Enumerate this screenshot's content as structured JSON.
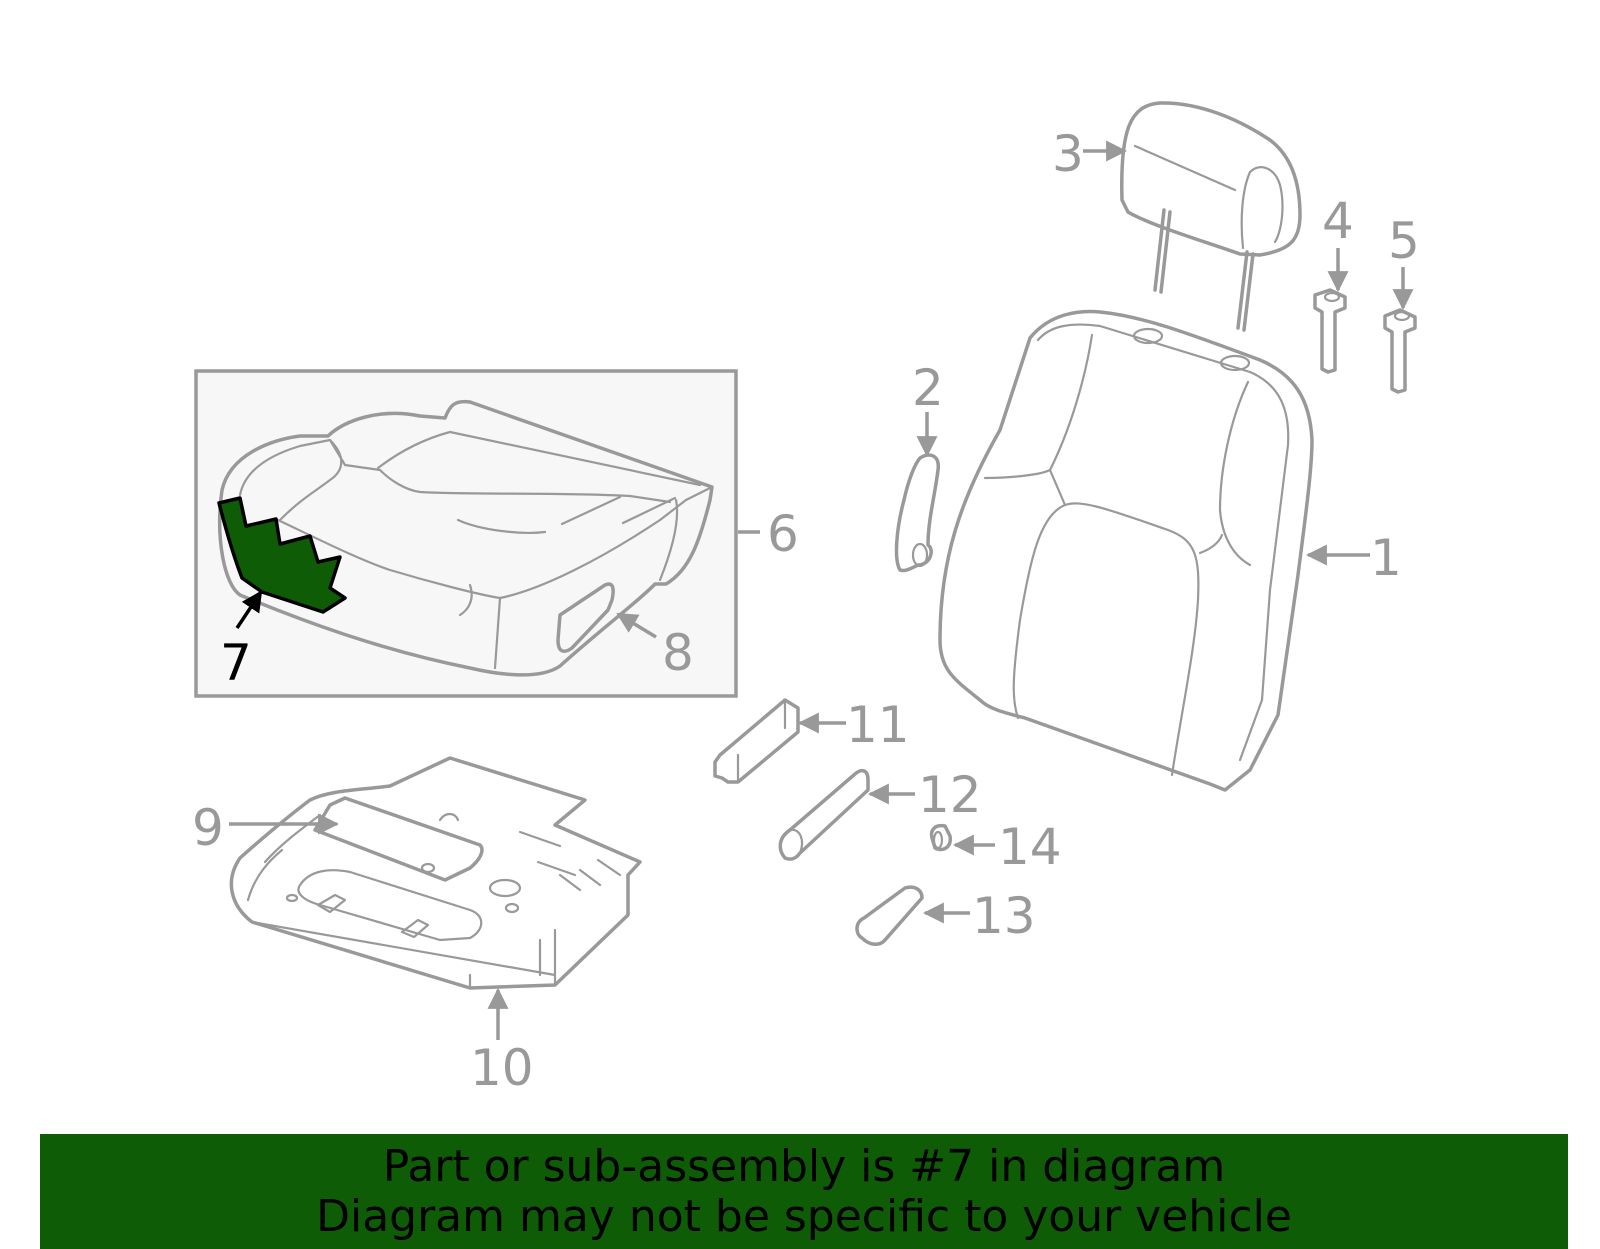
{
  "diagram": {
    "callouts": [
      "1",
      "2",
      "3",
      "4",
      "5",
      "6",
      "7",
      "8",
      "9",
      "10",
      "11",
      "12",
      "13",
      "14"
    ],
    "highlighted": "7",
    "colors": {
      "highlight": "#0f5c06",
      "line": "#999999",
      "inset_bg": "#f7f7f7",
      "active_text": "#000000"
    }
  },
  "banner": {
    "line1": "Part or sub-assembly is #7 in diagram",
    "line2": "Diagram may not be specific to your vehicle"
  }
}
